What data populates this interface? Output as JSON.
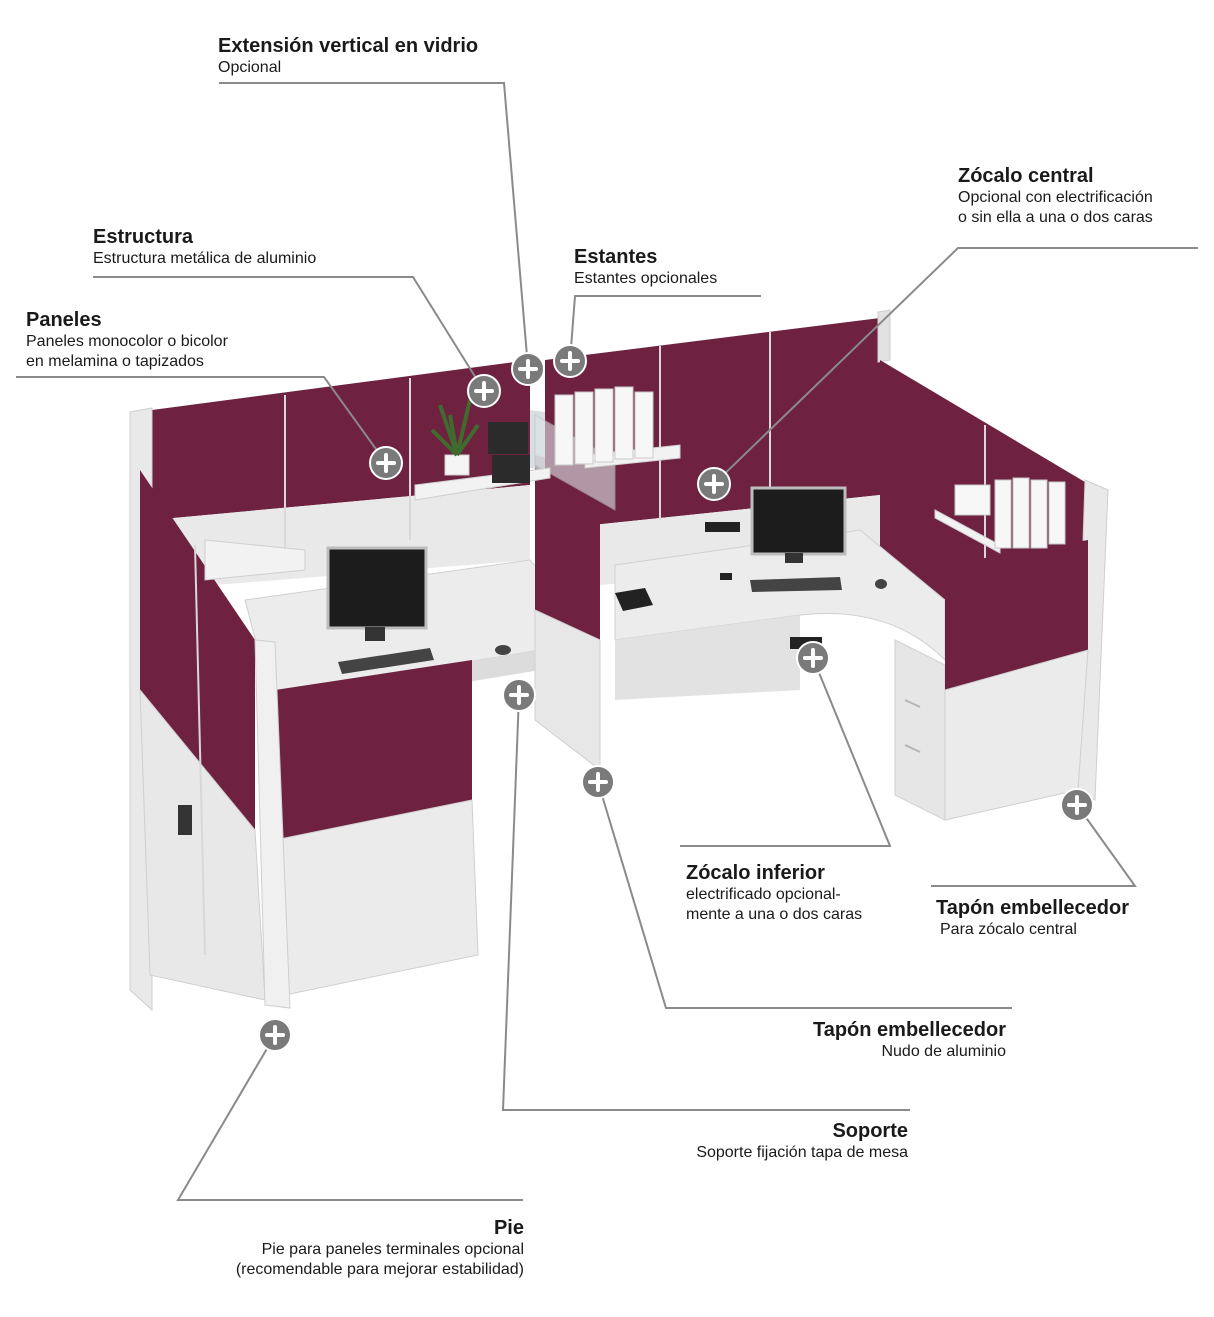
{
  "accent": {
    "panel": "#6e2240",
    "panel_dark": "#561a32",
    "frame": "#e6e6e6",
    "marker": "#7a7a7a",
    "line": "#8a8a8a"
  },
  "callouts": [
    {
      "id": "extension",
      "title": "Extensión vertical en vidrio",
      "desc": "Opcional"
    },
    {
      "id": "estructura",
      "title": "Estructura",
      "desc": "Estructura metálica de aluminio"
    },
    {
      "id": "paneles",
      "title": "Paneles",
      "desc": "Paneles monocolor o bicolor\nen melamina o tapizados"
    },
    {
      "id": "estantes",
      "title": "Estantes",
      "desc": "Estantes opcionales"
    },
    {
      "id": "zocalo-central",
      "title": "Zócalo central",
      "desc": "Opcional con electrificación\no sin ella a una o dos caras"
    },
    {
      "id": "zocalo-inferior",
      "title": "Zócalo inferior",
      "desc": "electrificado opcional-\nmente a una o dos caras"
    },
    {
      "id": "tapon-central",
      "title": "Tapón embellecedor",
      "desc": "Para zócalo central"
    },
    {
      "id": "tapon-nudo",
      "title": "Tapón embellecedor",
      "desc": "Nudo de aluminio"
    },
    {
      "id": "soporte",
      "title": "Soporte",
      "desc": "Soporte fijación tapa de mesa"
    },
    {
      "id": "pie",
      "title": "Pie",
      "desc": "Pie para paneles terminales opcional\n(recomendable para mejorar estabilidad)"
    }
  ],
  "marker_icon": "plus-icon"
}
